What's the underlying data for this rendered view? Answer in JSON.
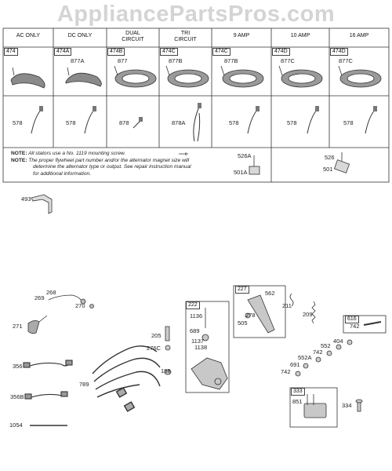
{
  "watermark": "AppliancePartsPros.com",
  "table": {
    "headers": [
      {
        "line1": "AC ONLY",
        "line2": ""
      },
      {
        "line1": "DC ONLY",
        "line2": ""
      },
      {
        "line1": "DUAL",
        "line2": "CIRCUIT"
      },
      {
        "line1": "TRI",
        "line2": "CIRCUIT"
      },
      {
        "line1": "9 AMP",
        "line2": ""
      },
      {
        "line1": "10 AMP",
        "line2": ""
      },
      {
        "line1": "16 AMP",
        "line2": ""
      }
    ],
    "stator_boxes": [
      "474",
      "474A",
      "474B",
      "474C",
      "474C",
      "474D",
      "474D"
    ],
    "stator_labels": [
      "",
      "877A",
      "877",
      "877B",
      "877B",
      "877C",
      "877C"
    ],
    "wire_labels": [
      "578",
      "578",
      "878",
      "878A",
      "578",
      "578",
      "578"
    ],
    "note_label": "NOTE:",
    "note1": "All stators use a No. 1119 mounting screw.",
    "note2_lines": [
      "The proper flywheel part number and/or the alternator magnet size will",
      "determine the alternator type or output. See repair instruction manual",
      "for additional information."
    ],
    "parts_9amp": [
      "526A",
      "501A"
    ],
    "parts_10amp": [
      "526",
      "501"
    ]
  },
  "parts": {
    "p493": "493",
    "p268": "268",
    "p269": "269",
    "p270": "270",
    "p271": "271",
    "p356": "356",
    "p356b": "356B",
    "p1054": "1054",
    "p789": "789",
    "p205": "205",
    "p276c": "276C",
    "p188": "188",
    "p222": "222",
    "p1136": "1136",
    "p689": "689",
    "p1137": "1137",
    "p1138": "1138",
    "p227": "227",
    "p562": "562",
    "p278": "278",
    "p505": "505",
    "p211": "211",
    "p209": "209",
    "p616": "616",
    "p742a": "742",
    "p404": "404",
    "p552": "552",
    "p742b": "742",
    "p552a": "552A",
    "p691": "691",
    "p742c": "742",
    "p333": "333",
    "p851": "851",
    "p334": "334"
  }
}
